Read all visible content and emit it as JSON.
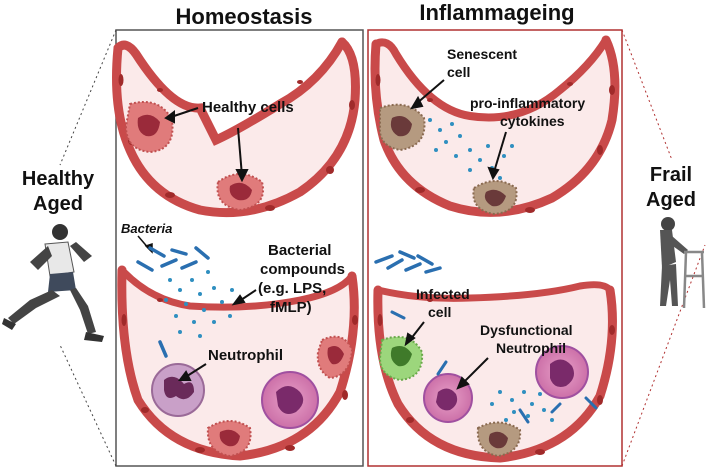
{
  "titles": {
    "homeostasis": "Homeostasis",
    "inflammaging": "Inflammageing"
  },
  "side_labels": {
    "healthy_line1": "Healthy",
    "healthy_line2": "Aged",
    "frail_line1": "Frail",
    "frail_line2": "Aged"
  },
  "left_panel": {
    "healthy_cells": "Healthy cells",
    "bacteria": "Bacteria",
    "bacterial_line1": "Bacterial",
    "bacterial_line2": "compounds",
    "bacterial_line3": "(e.g. LPS,",
    "bacterial_line4": "fMLP)",
    "neutrophil": "Neutrophil"
  },
  "right_panel": {
    "senescent_line1": "Senescent",
    "senescent_line2": "cell",
    "cytokines_line1": "pro-inflammatory",
    "cytokines_line2": "cytokines",
    "infected_line1": "Infected",
    "infected_line2": "cell",
    "dysfunctional_line1": "Dysfunctional",
    "dysfunctional_line2": "Neutrophil"
  },
  "colors": {
    "left_border": "#555555",
    "right_border": "#b03030",
    "vessel_wall": "#c94a4a",
    "vessel_lumen": "#fbeaea",
    "dots": "#2f8fc0",
    "bacteria": "#2a6fb0"
  }
}
